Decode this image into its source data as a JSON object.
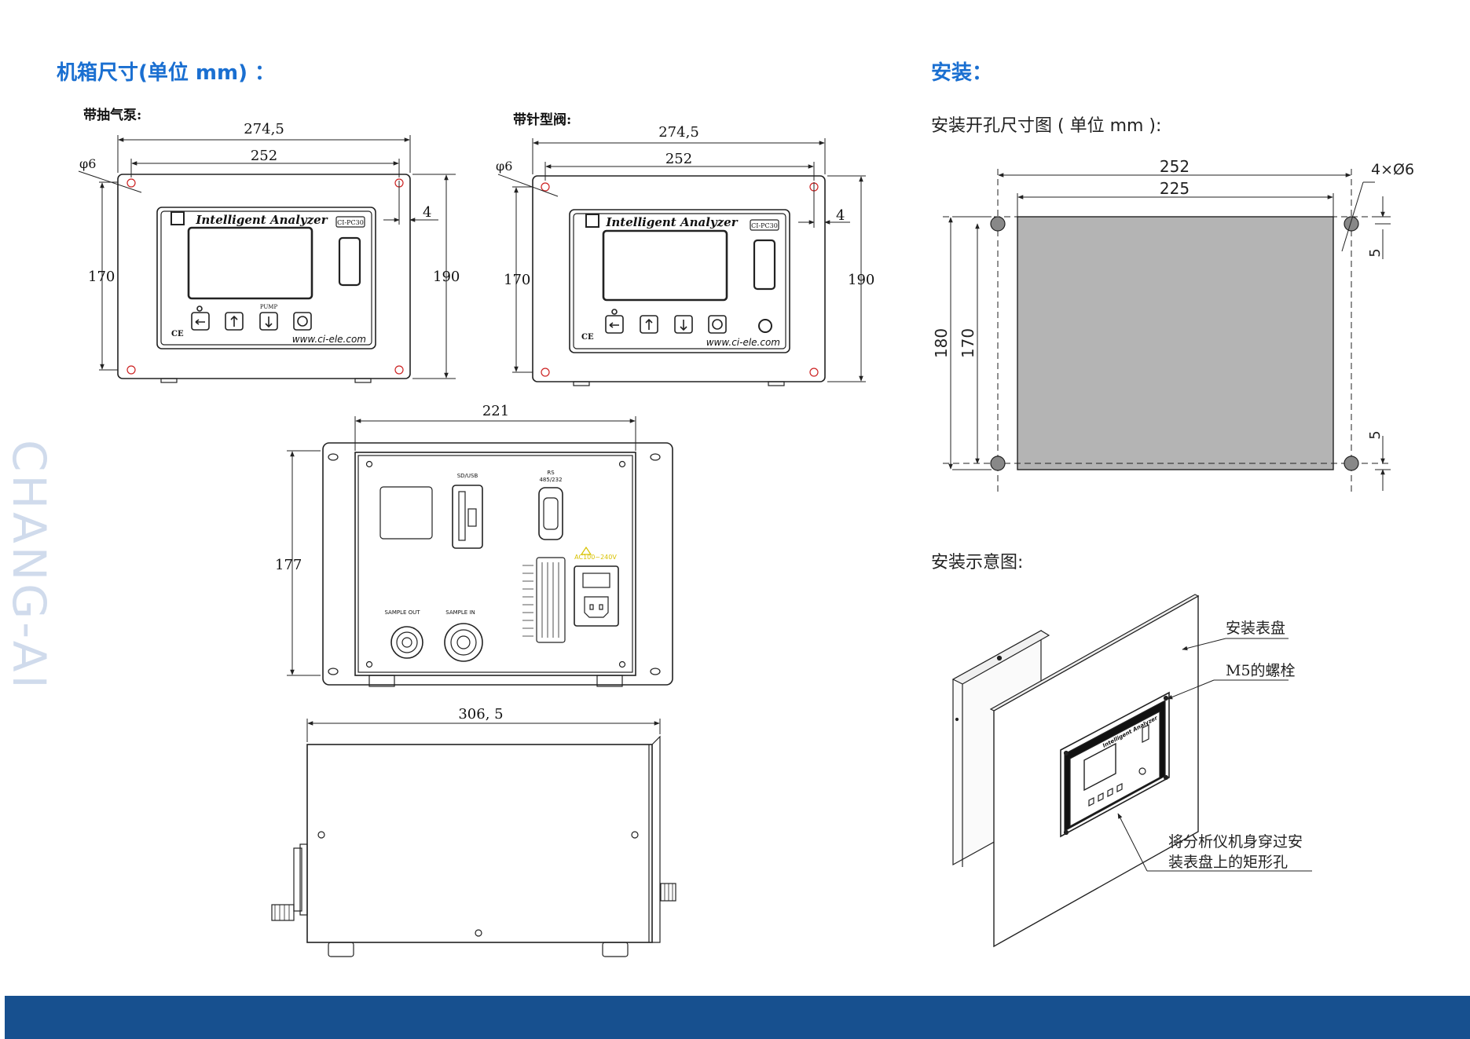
{
  "headers": {
    "dimensions": "机箱尺寸(单位 mm) ：",
    "install": "安装："
  },
  "subtitles": {
    "pump": "带抽气泵:",
    "needle": "带针型阀:",
    "cutout": "安装开孔尺寸图 ( 单位 mm ):",
    "schematic": "安装示意图:"
  },
  "watermark": "CHANG-AI",
  "front": {
    "brand": "Intelligent Analyzer",
    "model": "CI-PC30",
    "website": "www.ci-ele.com",
    "pump_label": "PUMP",
    "ce": "CE"
  },
  "rear": {
    "sdusb": "SD/USB",
    "rs": "RS",
    "rs_sub": "485/232",
    "sample_out": "SAMPLE OUT",
    "sample_in": "SAMPLE IN",
    "power": "AC100~240V"
  },
  "dims": {
    "pump_w_outer": "274,5",
    "pump_w_inner": "252",
    "pump_hole": "φ6",
    "pump_h_inner": "170",
    "pump_h_outer": "190",
    "pump_edge": "4",
    "needle_w_outer": "274,5",
    "needle_w_inner": "252",
    "needle_hole": "φ6",
    "needle_h_inner": "170",
    "needle_h_outer": "190",
    "needle_edge": "4",
    "rear_w": "221",
    "rear_h": "177",
    "side_w": "306, 5"
  },
  "cutout": {
    "w_outer": "252",
    "w_inner": "225",
    "holes": "4×Ø6",
    "h_outer": "180",
    "h_inner": "170",
    "top_offset": "5",
    "bottom_offset": "5"
  },
  "schematic": {
    "panel_label": "安装表盘",
    "bolt_label": "M5的螺栓",
    "note_line1": "将分析仪机身穿过安",
    "note_line2": "装表盘上的矩形孔",
    "brand_small": "Intelligent Analyzer"
  },
  "colors": {
    "header": "#1a6fd1",
    "footer": "#17508f",
    "cutout_fill": "#b4b4b4",
    "hole_mark": "#cc2222"
  }
}
